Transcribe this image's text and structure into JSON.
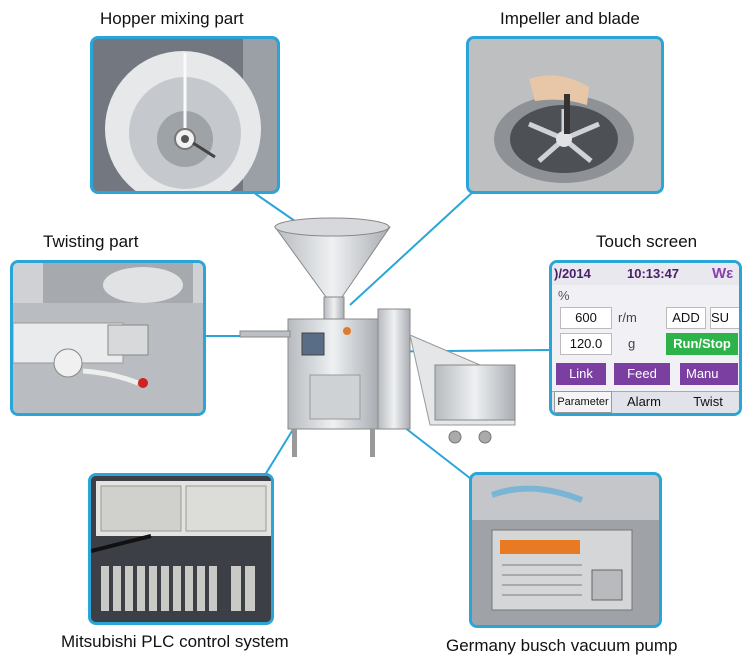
{
  "captions": {
    "hopper": "Hopper mixing part",
    "impeller": "Impeller and blade",
    "twisting": "Twisting part",
    "touch": "Touch screen",
    "plc": "Mitsubishi PLC control system",
    "pump": "Germany  busch  vacuum pump"
  },
  "touchscreen": {
    "date": ")/2014",
    "time": "10:13:47",
    "brand": "Wε",
    "percent": "%",
    "speed_value": "600",
    "speed_unit": "r/m",
    "add": "ADD",
    "sub": "SU",
    "weight_value": "120.0",
    "weight_unit": "g",
    "run_stop": "Run/Stop",
    "link": "Link",
    "feed": "Feed",
    "manual": "Manu",
    "parameter": "Parameter",
    "alarm": "Alarm",
    "twist": "Twist"
  },
  "colors": {
    "accent": "#2aa5d8",
    "steel": "#c9cccf",
    "purple": "#7a3fa0",
    "green": "#2db34a"
  }
}
